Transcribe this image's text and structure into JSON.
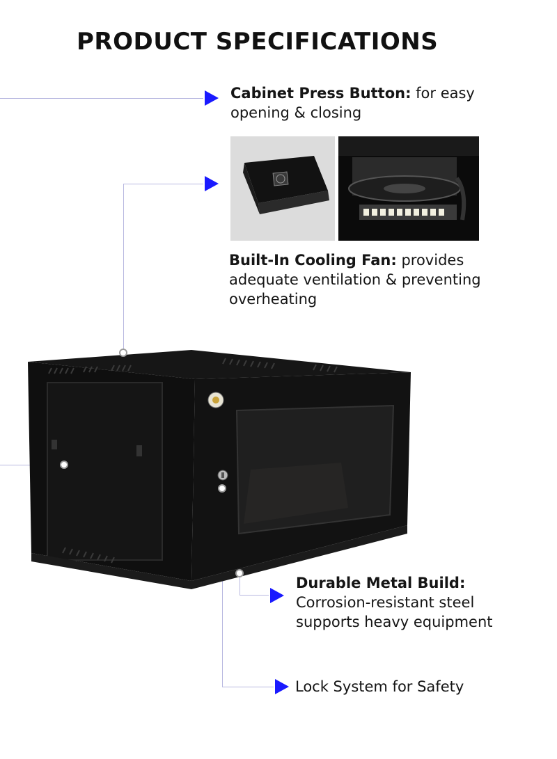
{
  "page": {
    "title": "PRODUCT SPECIFICATIONS"
  },
  "callouts": {
    "press_button": {
      "title": "Cabinet Press Button:",
      "text": " for easy opening & closing"
    },
    "cooling_fan": {
      "title": "Built-In Cooling Fan:",
      "text": " provides adequate ventilation & preventing overheating"
    },
    "metal_build": {
      "title": "Durable Metal Build:",
      "text": "Corrosion-resistant steel supports heavy equipment"
    },
    "lock": {
      "text": "Lock System for Safety"
    }
  },
  "colors": {
    "accent": "#1a1aff",
    "cabinet": "#111111",
    "connector": "#b8b8e0"
  }
}
